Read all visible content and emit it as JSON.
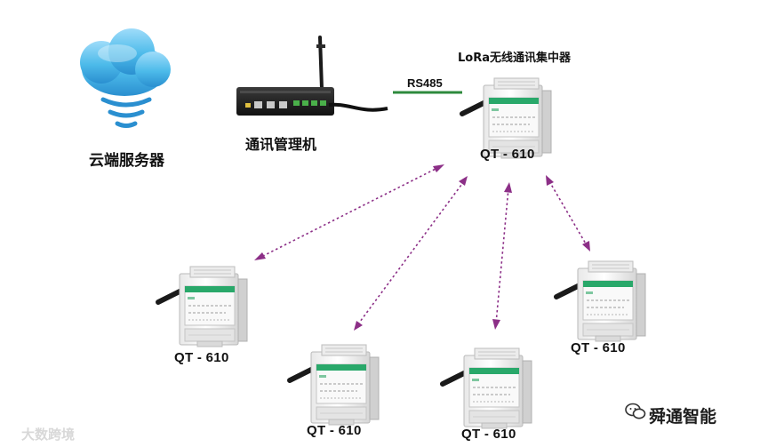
{
  "nodes": {
    "cloud_server": {
      "label": "云端服务器",
      "icon": "cloud-wireless-icon"
    },
    "gateway": {
      "label": "通讯管理机",
      "icon": "gateway-router-icon"
    },
    "link": {
      "label": "RS485"
    },
    "hub": {
      "title": "LoRa无线通讯集中器",
      "model": "QT - 610",
      "icon": "din-rail-meter-icon"
    },
    "devices": [
      {
        "model": "QT - 610"
      },
      {
        "model": "QT - 610"
      },
      {
        "model": "QT - 610"
      },
      {
        "model": "QT - 610"
      }
    ]
  },
  "watermarks": {
    "right": "舜通智能",
    "left": "大数跨境"
  },
  "colors": {
    "cloud": "#3bb2e6",
    "link_line": "#2e8a3d",
    "wireless_arrow": "#8c2f87",
    "device_body": "#f2f2f2",
    "device_panel": "#29a86a"
  }
}
